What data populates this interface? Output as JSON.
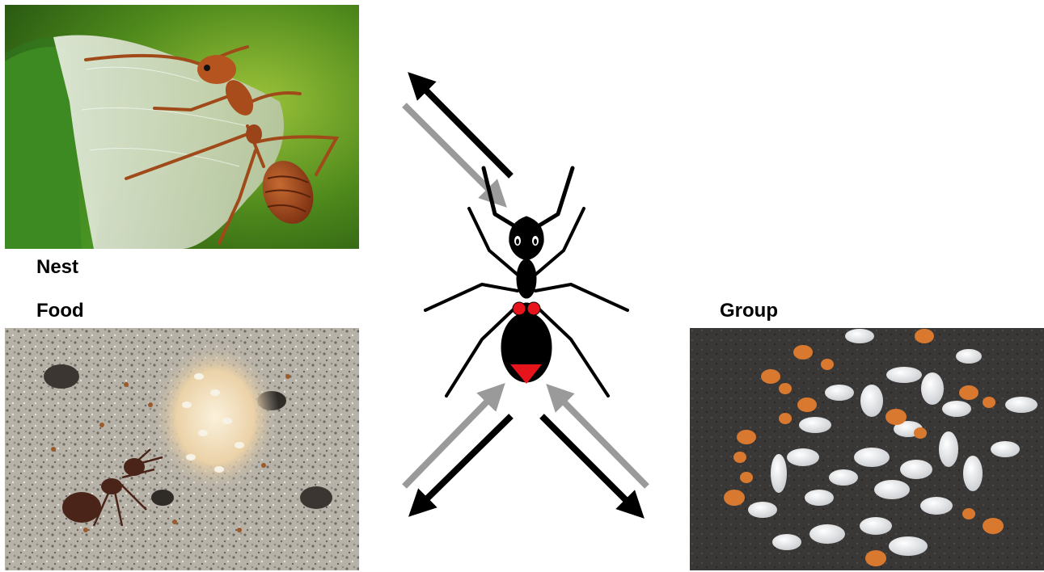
{
  "labels": {
    "nest": "Nest",
    "food": "Food",
    "group": "Group"
  },
  "photos": {
    "nest": "weaver-ant-on-leaf-nest-photo",
    "food": "ants-on-food-crumbs-photo",
    "group": "ants-with-larvae-photo"
  },
  "colors": {
    "background": "#ffffff",
    "ant_body": "#000000",
    "gland_markers": "#e8141b",
    "outgoing_arrow": "#000000",
    "incoming_arrow": "#9a9a9a"
  }
}
